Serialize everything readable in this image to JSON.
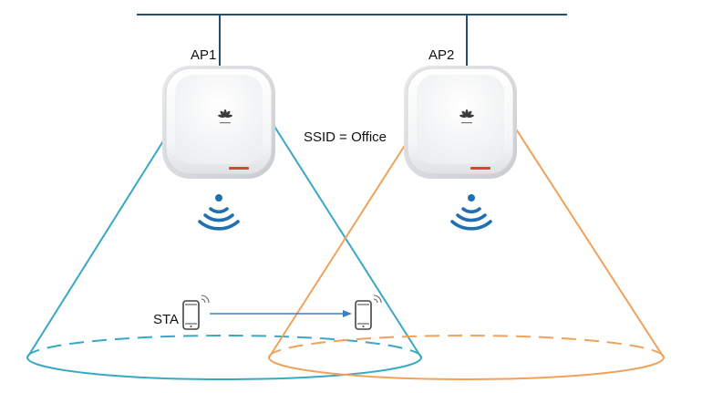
{
  "diagram": {
    "access_points": [
      {
        "label": "AP1",
        "coverage_color": "#3aa8c4"
      },
      {
        "label": "AP2",
        "coverage_color": "#f0a25a"
      }
    ],
    "ssid_label": "SSID = Office",
    "station_label": "STA",
    "backbone_color": "#1f4e79",
    "roam_arrow_color": "#3b7fc4",
    "icons": [
      "access-point-icon",
      "wifi-signal-icon",
      "smartphone-icon",
      "arrow-icon"
    ]
  }
}
